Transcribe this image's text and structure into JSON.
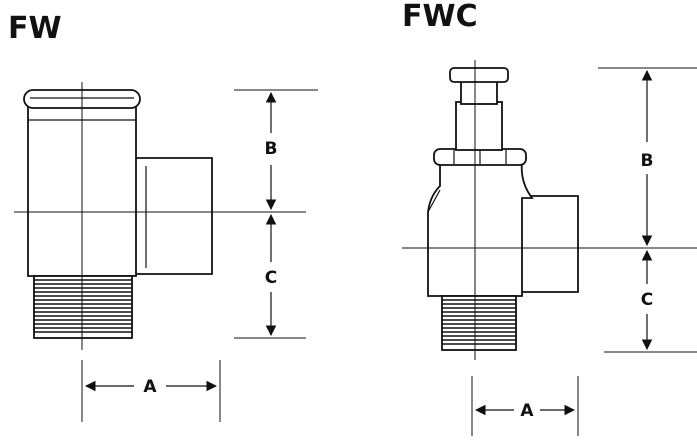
{
  "figures": [
    {
      "title": "FW",
      "dimensions": {
        "a": "A",
        "b": "B",
        "c": "C"
      }
    },
    {
      "title": "FWC",
      "dimensions": {
        "a": "A",
        "b": "B",
        "c": "C"
      }
    }
  ],
  "colors": {
    "ink": "#111111",
    "background": "#ffffff"
  }
}
